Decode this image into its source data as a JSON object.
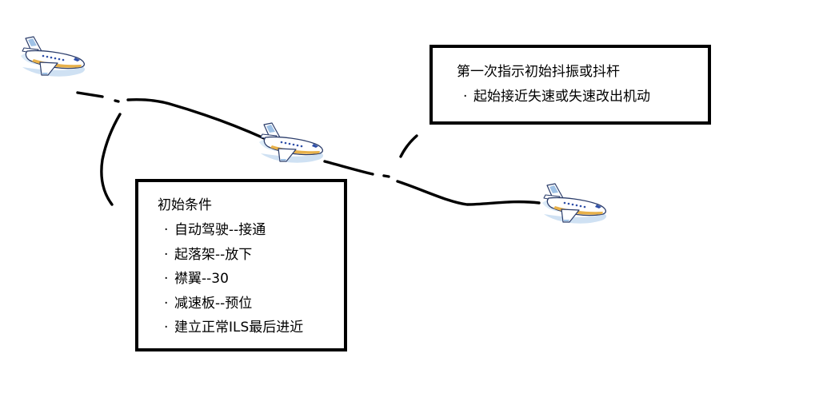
{
  "boxes": {
    "initial_conditions": {
      "title": "初始条件",
      "items": [
        "自动驾驶--接通",
        "起落架--放下",
        "襟翼--30",
        "减速板--预位",
        "建立正常ILS最后进近"
      ]
    },
    "first_indication": {
      "title": "第一次指示初始抖振或抖杆",
      "items": [
        "起始接近失速或失速改出机动"
      ]
    }
  },
  "icons": {
    "aircraft": "airplane-icon"
  },
  "colors": {
    "line": "#000000",
    "plane_body": "#ffffff",
    "plane_stripe": "#e8b14a",
    "plane_window": "#2f4fa8",
    "plane_shadow": "#cfe1f3"
  }
}
